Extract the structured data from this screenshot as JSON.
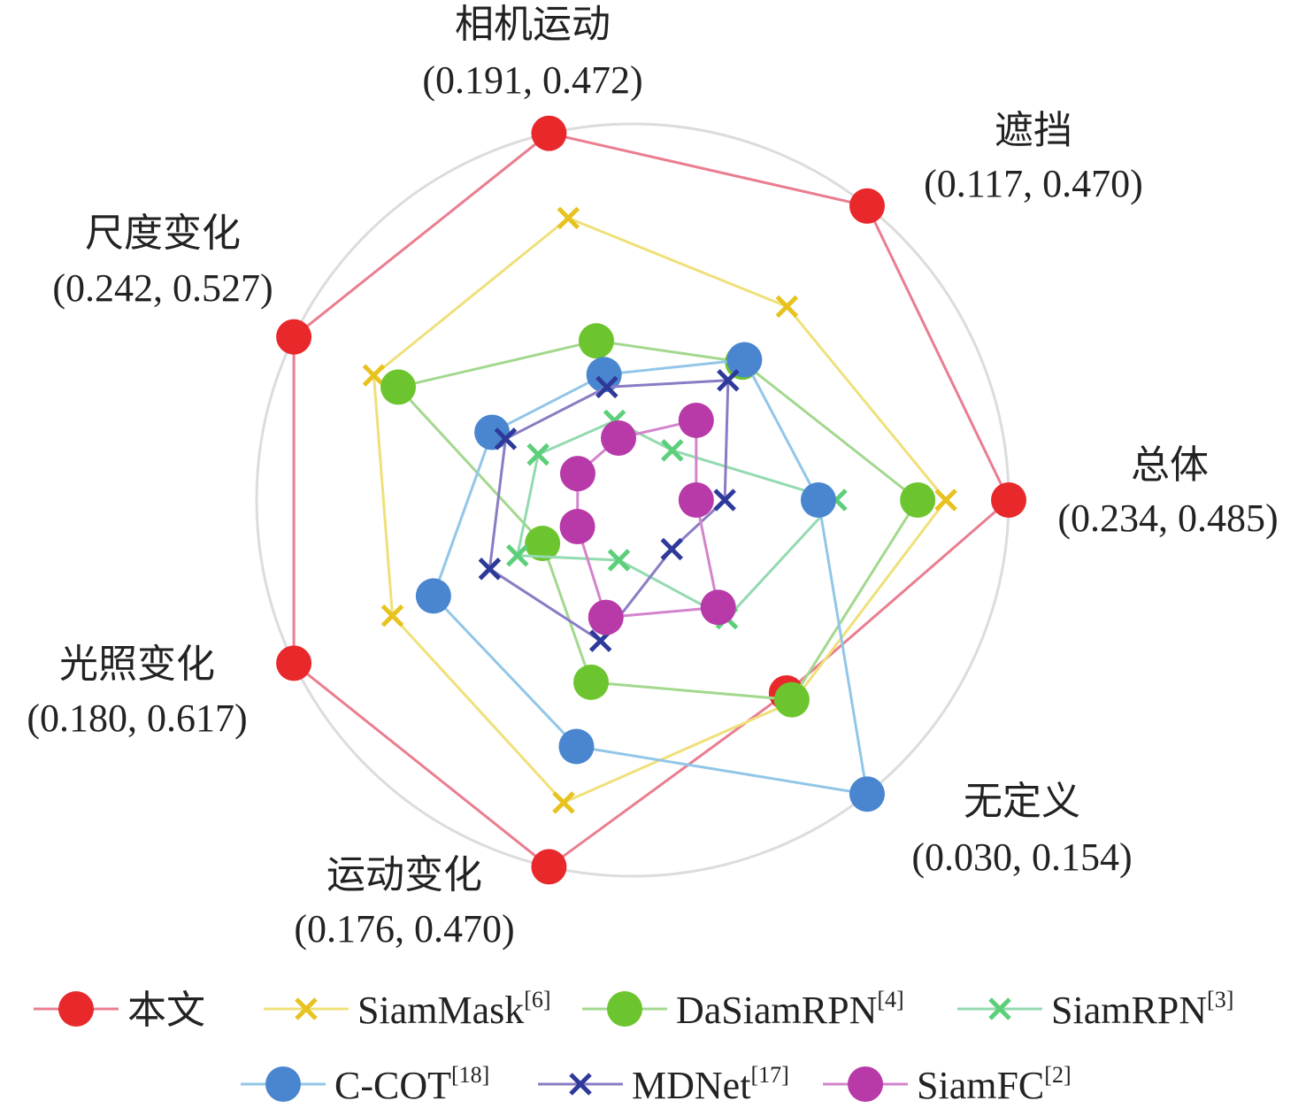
{
  "chart_data": {
    "type": "radar",
    "title": "",
    "normalized": true,
    "rlim": [
      0,
      1
    ],
    "grid": "outer-circle",
    "legend_position": "bottom",
    "axes": [
      {
        "name": "总体",
        "values_label": "(0.234, 0.485)"
      },
      {
        "name": "遮挡",
        "values_label": "(0.117, 0.470)"
      },
      {
        "name": "相机运动",
        "values_label": "(0.191, 0.472)"
      },
      {
        "name": "尺度变化",
        "values_label": "(0.242, 0.527)"
      },
      {
        "name": "光照变化",
        "values_label": "(0.180, 0.617)"
      },
      {
        "name": "运动变化",
        "values_label": "(0.176, 0.470)"
      },
      {
        "name": "无定义",
        "values_label": "(0.030, 0.154)"
      }
    ],
    "series": [
      {
        "name": "本文",
        "ref": "",
        "marker": "circle",
        "color": "#e8282b",
        "line": "#ea7d90",
        "values": [
          1.0,
          1.0,
          1.0,
          1.0,
          1.0,
          1.0,
          0.656
        ]
      },
      {
        "name": "SiamMask",
        "ref": "[6]",
        "marker": "x",
        "color": "#e8c21f",
        "line": "#efe07a",
        "values": [
          0.833,
          0.658,
          0.769,
          0.764,
          0.709,
          0.825,
          0.685
        ]
      },
      {
        "name": "DaSiamRPN",
        "ref": "[4]",
        "marker": "circle",
        "color": "#6cc52e",
        "line": "#a3d88f",
        "values": [
          0.758,
          0.469,
          0.434,
          0.692,
          0.266,
          0.497,
          0.679
        ]
      },
      {
        "name": "SiamRPN",
        "ref": "[3]",
        "marker": "x",
        "color": "#5ccf7a",
        "line": "#93dab0",
        "values": [
          0.541,
          0.169,
          0.216,
          0.279,
          0.34,
          0.164,
          0.402
        ]
      },
      {
        "name": "C-COT",
        "ref": "[18]",
        "marker": "circle",
        "color": "#4a86d0",
        "line": "#92c6e8",
        "values": [
          0.494,
          0.477,
          0.342,
          0.415,
          0.588,
          0.672,
          1.0
        ]
      },
      {
        "name": "MDNet",
        "ref": "[17]",
        "marker": "x",
        "color": "#2e3a9a",
        "line": "#8a7cc4",
        "values": [
          0.245,
          0.407,
          0.308,
          0.375,
          0.422,
          0.384,
          0.167
        ]
      },
      {
        "name": "SiamFC",
        "ref": "[2]",
        "marker": "circle",
        "color": "#b83aa8",
        "line": "#d384cc",
        "values": [
          0.169,
          0.271,
          0.169,
          0.162,
          0.163,
          0.32,
          0.365
        ]
      }
    ]
  }
}
